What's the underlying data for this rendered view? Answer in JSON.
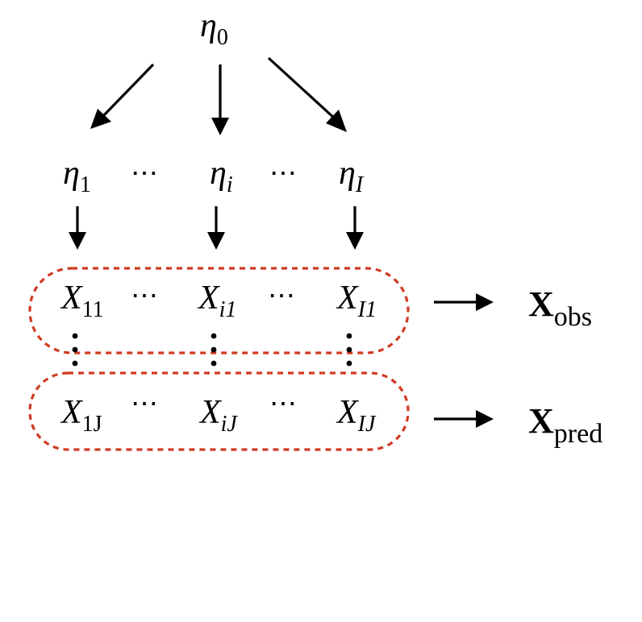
{
  "root": {
    "symbol": "η",
    "sub": "0"
  },
  "level1": [
    {
      "symbol": "η",
      "sub": "1"
    },
    {
      "symbol": "η",
      "sub": "i"
    },
    {
      "symbol": "η",
      "sub": "I"
    }
  ],
  "ellipsis": "⋯",
  "row_obs": [
    {
      "symbol": "X",
      "sub": "11"
    },
    {
      "symbol": "X",
      "sub": "i1"
    },
    {
      "symbol": "X",
      "sub": "I1"
    }
  ],
  "row_pred": [
    {
      "symbol": "X",
      "sub": "1J"
    },
    {
      "symbol": "X",
      "sub": "iJ"
    },
    {
      "symbol": "X",
      "sub": "IJ"
    }
  ],
  "outputs": {
    "obs": {
      "symbol": "X",
      "sub": "obs"
    },
    "pred": {
      "symbol": "X",
      "sub": "pred"
    }
  },
  "colors": {
    "group_outline": "#d03a22",
    "ink": "#000000"
  }
}
